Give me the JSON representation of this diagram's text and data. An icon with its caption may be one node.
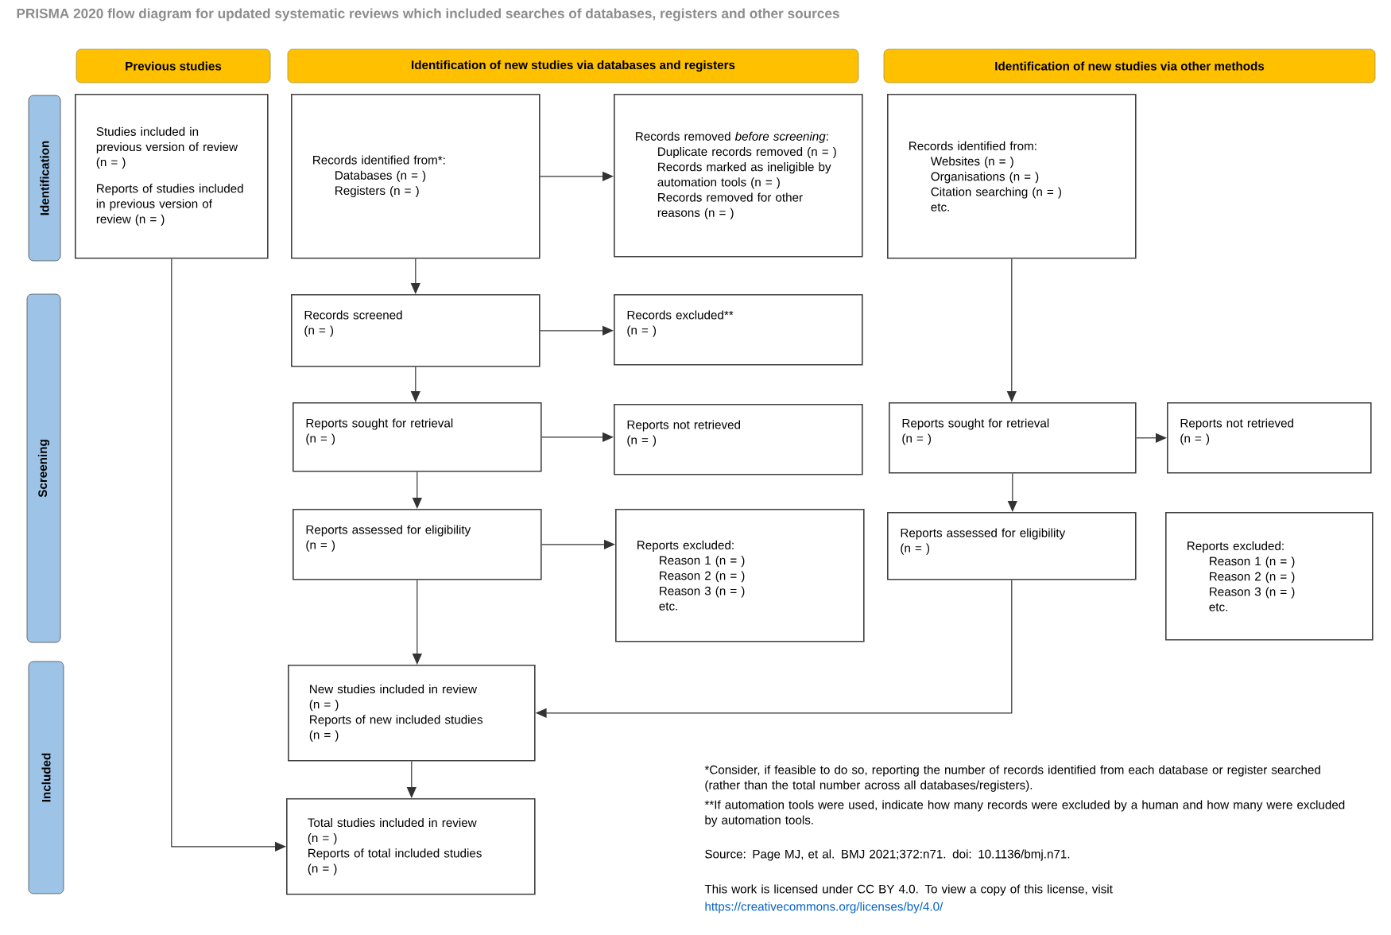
{
  "diagram": {
    "title": "PRISMA 2020 flow diagram for updated systematic reviews which included searches of databases, registers and other sources",
    "nodes": [
      {
        "text": [
          "Previous studies"
        ]
      },
      {
        "text": [
          "Identification of new studies via databases and registers"
        ]
      },
      {
        "text": [
          "Identification of new studies via other methods"
        ]
      },
      {
        "text": [
          "Identification"
        ]
      },
      {
        "text": [
          "Screening"
        ]
      },
      {
        "text": [
          "Included"
        ]
      },
      {
        "text": [
          "Studies included in previous version of review (n = )",
          "Reports of studies included in previous version of review (n = )"
        ]
      },
      {
        "text": [
          "Records identified from*:",
          "Databases (n = )",
          "Registers (n = )"
        ]
      },
      {
        "text": [
          "Records removed *before screening*:",
          "Duplicate records removed (n = )",
          "Records marked as ineligible by automation tools (n = )",
          "Records removed for other reasons (n = )"
        ]
      },
      {
        "text": [
          "Records identified from:",
          "Websites (n = )",
          "Organisations (n = )",
          "Citation searching (n = )",
          "etc."
        ]
      },
      {
        "text": [
          "Records screened",
          "(n = )"
        ]
      },
      {
        "text": [
          "Records excluded**",
          "(n = )"
        ]
      },
      {
        "text": [
          "Reports sought for retrieval",
          "(n = )"
        ]
      },
      {
        "text": [
          "Reports not retrieved",
          "(n = )"
        ]
      },
      {
        "text": [
          "Reports assessed for eligibility",
          "(n = )"
        ]
      },
      {
        "text": [
          "Reports excluded:",
          "Reason 1 (n = )",
          "Reason 2 (n = )",
          "Reason 3 (n = )",
          "etc."
        ]
      },
      {
        "text": [
          "Reports sought for retrieval",
          "(n = )"
        ]
      },
      {
        "text": [
          "Reports not retrieved",
          "(n = )"
        ]
      },
      {
        "text": [
          "Reports assessed for eligibility",
          "(n = )"
        ]
      },
      {
        "text": [
          "Reports excluded:",
          "Reason 1 (n = )",
          "Reason 2 (n = )",
          "Reason 3 (n = )",
          "etc."
        ]
      },
      {
        "text": [
          "New studies included in review",
          "(n = )",
          "Reports of new included studies",
          "(n = )"
        ]
      },
      {
        "text": [
          "Total studies included in review",
          "(n = )",
          "Reports of total included studies",
          "(n = )"
        ]
      }
    ],
    "edges": [
      {
        "from": 7,
        "to": 8,
        "arrow": "to"
      },
      {
        "from": 7,
        "to": 10,
        "arrow": "to"
      },
      {
        "from": 10,
        "to": 11,
        "arrow": "to"
      },
      {
        "from": 10,
        "to": 12,
        "arrow": "to"
      },
      {
        "from": 12,
        "to": 13,
        "arrow": "to"
      },
      {
        "from": 12,
        "to": 14,
        "arrow": "to"
      },
      {
        "from": 14,
        "to": 15,
        "arrow": "to"
      },
      {
        "from": 14,
        "to": 20,
        "arrow": "to"
      },
      {
        "from": 9,
        "to": 16,
        "arrow": "to"
      },
      {
        "from": 16,
        "to": 17,
        "arrow": "to"
      },
      {
        "from": 16,
        "to": 18,
        "arrow": "to"
      },
      {
        "from": 18,
        "to": 20,
        "arrow": "to"
      },
      {
        "from": 20,
        "to": 21,
        "arrow": "to"
      },
      {
        "from": 6,
        "to": 21,
        "arrow": "to"
      }
    ],
    "labels": [
      "*Consider, if feasible to do so, reporting the number of records identified from each database or register searched (rather than the total number across all databases/registers).",
      "**If automation tools were used, indicate how many records were excluded by a human and how many were excluded by automation tools.",
      "Source: Page MJ, et al. BMJ 2021;372:n71. doi: 10.1136/bmj.n71.",
      "This work is licensed under CC BY 4.0. To view a copy of this license, visit",
      "https://creativecommons.org/licenses/by/4.0/"
    ]
  }
}
